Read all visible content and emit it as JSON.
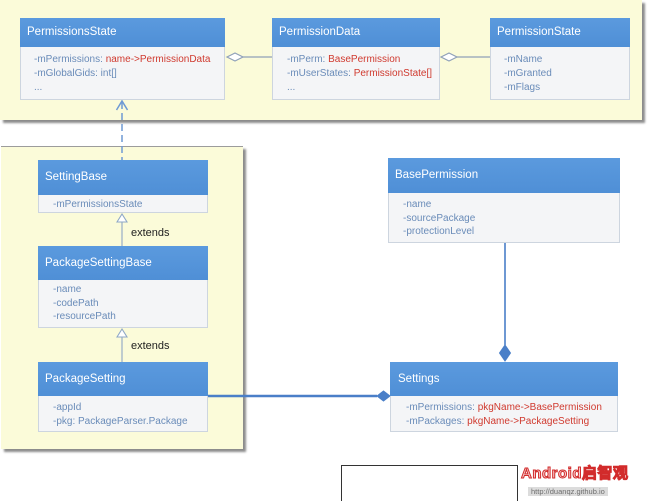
{
  "colors": {
    "header": "#4f8fd6",
    "field_text": "#6a8cb9",
    "field_type": "#d03a2f",
    "panel": "#fbfbd9",
    "connector": "#4a7fc8",
    "aggregation": "#8fa0b8"
  },
  "classes": {
    "permissions_state": {
      "name": "PermissionsState",
      "fields": [
        {
          "text": "-mPermissions: ",
          "type": "name->PermissionData"
        },
        {
          "text": "-mGlobalGids: int[]"
        },
        {
          "text": "..."
        }
      ]
    },
    "permission_data": {
      "name": "PermissionData",
      "fields": [
        {
          "text": "-mPerm: ",
          "type": "BasePermission"
        },
        {
          "text": "-mUserStates: ",
          "type": "PermissionState[]"
        },
        {
          "text": "..."
        }
      ]
    },
    "permission_state": {
      "name": "PermissionState",
      "fields": [
        {
          "text": "-mName"
        },
        {
          "text": "-mGranted"
        },
        {
          "text": "-mFlags"
        }
      ]
    },
    "setting_base": {
      "name": "SettingBase",
      "fields": [
        {
          "text": "-mPermissionsState"
        }
      ]
    },
    "package_setting_base": {
      "name": "PackageSettingBase",
      "fields": [
        {
          "text": "-name"
        },
        {
          "text": "-codePath"
        },
        {
          "text": "-resourcePath"
        }
      ]
    },
    "package_setting": {
      "name": "PackageSetting",
      "fields": [
        {
          "text": "-appId"
        },
        {
          "text": "-pkg: PackageParser.Package"
        }
      ]
    },
    "base_permission": {
      "name": "BasePermission",
      "fields": [
        {
          "text": "-name"
        },
        {
          "text": "-sourcePackage"
        },
        {
          "text": "-protectionLevel"
        }
      ]
    },
    "settings": {
      "name": "Settings",
      "fields": [
        {
          "text": "-mPermissions: ",
          "type": "pkgName->BasePermission"
        },
        {
          "text": "-mPackages: ",
          "type": "pkgName->PackageSetting"
        }
      ]
    }
  },
  "labels": {
    "extends_upper": "extends",
    "extends_lower": "extends"
  },
  "watermark": {
    "brand": "Android启智观",
    "url": "http://duanqz.github.io"
  }
}
